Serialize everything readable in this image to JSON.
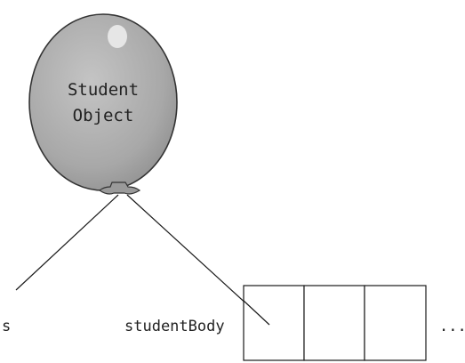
{
  "balloon": {
    "label_line1": "Student",
    "label_line2": "Object"
  },
  "references": {
    "var_s": "s",
    "var_studentBody": "studentBody"
  },
  "array": {
    "cell_count": 3,
    "ellipsis": "..."
  }
}
